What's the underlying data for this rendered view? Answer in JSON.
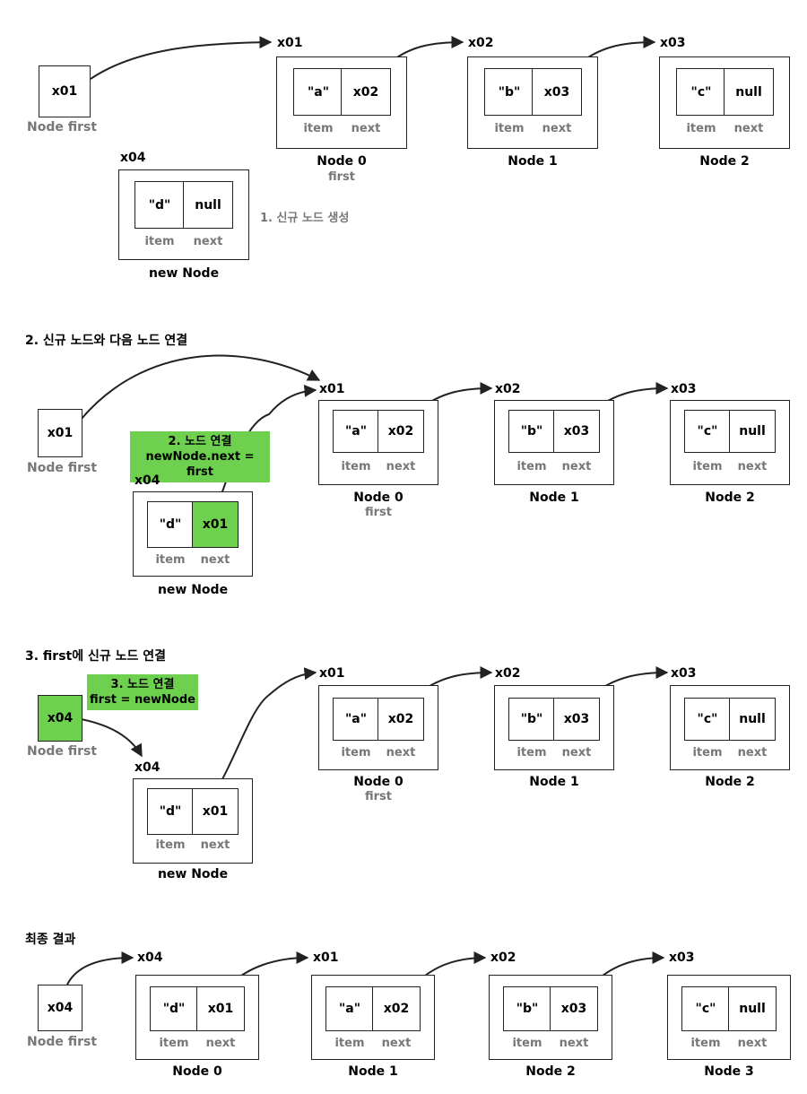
{
  "labels": {
    "item": "item",
    "next": "next",
    "node_first": "Node first",
    "new_node": "new Node"
  },
  "step1": {
    "ptr": "x01",
    "node0": {
      "addr": "x01",
      "item": "\"a\"",
      "next": "x02",
      "name": "Node 0",
      "sub": "first"
    },
    "node1": {
      "addr": "x02",
      "item": "\"b\"",
      "next": "x03",
      "name": "Node 1"
    },
    "node2": {
      "addr": "x03",
      "item": "\"c\"",
      "next": "null",
      "name": "Node 2"
    },
    "newnode": {
      "addr": "x04",
      "item": "\"d\"",
      "next": "null"
    },
    "note": "1. 신규 노드 생성"
  },
  "step2": {
    "title": "2. 신규 노드와 다음 노드 연결",
    "ptr": "x01",
    "node0": {
      "addr": "x01",
      "item": "\"a\"",
      "next": "x02",
      "name": "Node 0",
      "sub": "first"
    },
    "node1": {
      "addr": "x02",
      "item": "\"b\"",
      "next": "x03",
      "name": "Node 1"
    },
    "node2": {
      "addr": "x03",
      "item": "\"c\"",
      "next": "null",
      "name": "Node 2"
    },
    "newnode": {
      "addr": "x04",
      "item": "\"d\"",
      "next": "x01"
    },
    "note_line1": "2. 노드 연결",
    "note_line2": "newNode.next = first"
  },
  "step3": {
    "title": "3. first에 신규 노드 연결",
    "ptr": "x04",
    "node0": {
      "addr": "x01",
      "item": "\"a\"",
      "next": "x02",
      "name": "Node 0",
      "sub": "first"
    },
    "node1": {
      "addr": "x02",
      "item": "\"b\"",
      "next": "x03",
      "name": "Node 1"
    },
    "node2": {
      "addr": "x03",
      "item": "\"c\"",
      "next": "null",
      "name": "Node 2"
    },
    "newnode": {
      "addr": "x04",
      "item": "\"d\"",
      "next": "x01"
    },
    "note_line1": "3. 노드 연결",
    "note_line2": "first = newNode"
  },
  "final": {
    "title": "최종 결과",
    "ptr": "x04",
    "n0": {
      "addr": "x04",
      "item": "\"d\"",
      "next": "x01",
      "name": "Node 0"
    },
    "n1": {
      "addr": "x01",
      "item": "\"a\"",
      "next": "x02",
      "name": "Node 1"
    },
    "n2": {
      "addr": "x02",
      "item": "\"b\"",
      "next": "x03",
      "name": "Node 2"
    },
    "n3": {
      "addr": "x03",
      "item": "\"c\"",
      "next": "null",
      "name": "Node 3"
    }
  },
  "colors": {
    "highlight": "#6dd14f",
    "muted": "#777777",
    "line": "#222222"
  }
}
